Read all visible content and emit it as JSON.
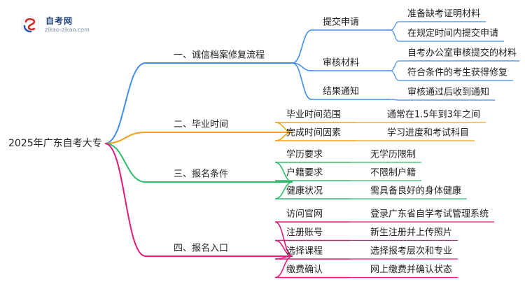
{
  "logo": {
    "name": "自考网",
    "url": "zikao-zikao.com"
  },
  "mindmap": {
    "root": "2025年广东自考大专",
    "branches": [
      {
        "label": "一、诚信档案修复流程",
        "color": "#3f8ee8",
        "children": [
          {
            "label": "提交申请",
            "children": [
              "准备缺考证明材料",
              "在规定时间内提交申请"
            ]
          },
          {
            "label": "审核材料",
            "children": [
              "自考办公室审核提交的材料",
              "符合条件的考生获得修复"
            ]
          },
          {
            "label": "结果通知",
            "children": [
              "审核通过后收到通知"
            ]
          }
        ]
      },
      {
        "label": "二、毕业时间",
        "color": "#f0a318",
        "children": [
          {
            "label": "毕业时间范围",
            "children": [
              "通常在1.5年到3年之间"
            ]
          },
          {
            "label": "完成时间因素",
            "children": [
              "学习进度和考试科目"
            ]
          }
        ]
      },
      {
        "label": "三、报名条件",
        "color": "#2ebd6b",
        "children": [
          {
            "label": "学历要求",
            "children": [
              "无学历限制"
            ]
          },
          {
            "label": "户籍要求",
            "children": [
              "不限制户籍"
            ]
          },
          {
            "label": "健康状况",
            "children": [
              "需具备良好的身体健康"
            ]
          }
        ]
      },
      {
        "label": "四、报名入口",
        "color": "#e4197a",
        "children": [
          {
            "label": "访问官网",
            "children": [
              "登录广东省自学考试管理系统"
            ]
          },
          {
            "label": "注册账号",
            "children": [
              "新生注册并上传照片"
            ]
          },
          {
            "label": "选择课程",
            "children": [
              "选择报考层次和专业"
            ]
          },
          {
            "label": "缴费确认",
            "children": [
              "网上缴费并确认状态"
            ]
          }
        ]
      }
    ]
  }
}
